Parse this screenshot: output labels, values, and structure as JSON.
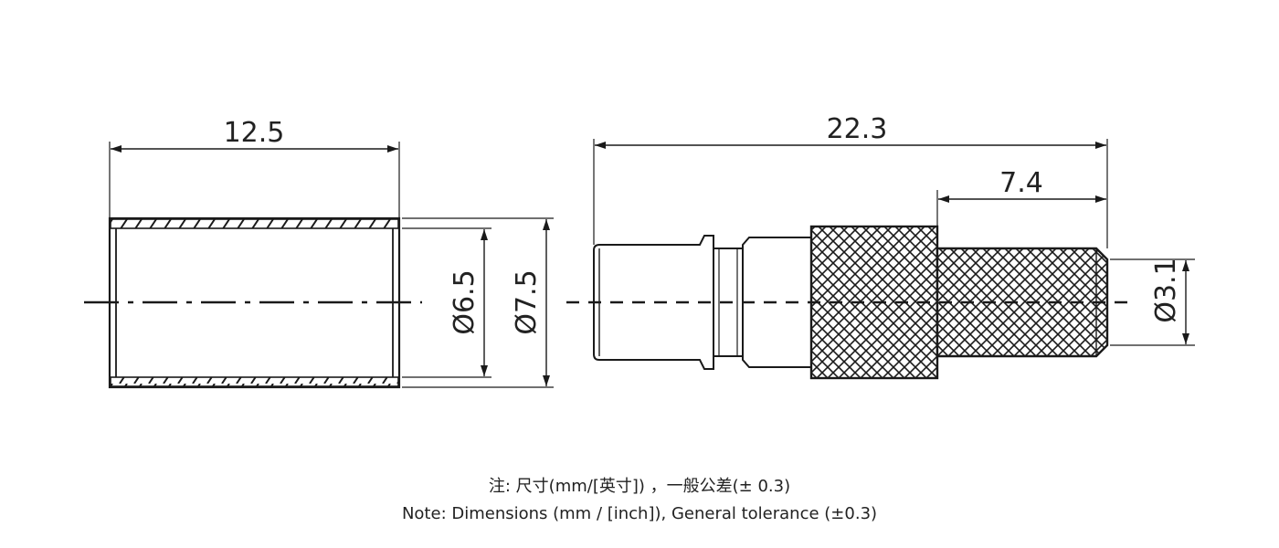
{
  "sleeve": {
    "length": "12.5",
    "inner_diameter": "Ø6.5",
    "outer_diameter": "Ø7.5"
  },
  "pin": {
    "total_length": "22.3",
    "knurl_length": "7.4",
    "tip_diameter": "Ø3.1"
  },
  "notes": {
    "zh": "注: 尺寸(mm/[英寸]) ，一般公差(± 0.3)",
    "en": "Note: Dimensions (mm / [inch]), General tolerance (±0.3)"
  },
  "colors": {
    "line": "#1a1a1a",
    "text": "#222222"
  }
}
